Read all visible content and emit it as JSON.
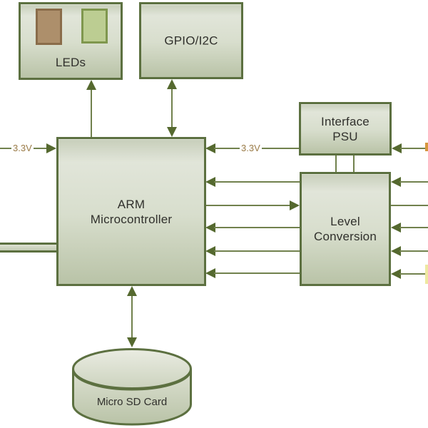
{
  "blocks": {
    "leds": {
      "label": "LEDs"
    },
    "gpio": {
      "label": "GPIO/I2C"
    },
    "psu": {
      "line1": "Interface",
      "line2": "PSU"
    },
    "arm": {
      "line1": "ARM",
      "line2": "Microcontroller"
    },
    "level": {
      "line1": "Level",
      "line2": "Conversion"
    },
    "sd": {
      "label": "Micro SD Card"
    }
  },
  "labels": {
    "v33_left": "3.3V",
    "v33_psu": "3.3V"
  },
  "colors": {
    "box_border": "#5c7040",
    "box_fill_top": "#e1e5d9",
    "box_fill_bottom": "#b9c3a7",
    "wire": "#71814d",
    "arrowhead": "#55692f",
    "text": "#30302c",
    "voltage_label": "#9a7b47",
    "led_orange_fill": "#ad8f6b",
    "led_orange_border": "#8a6c4a",
    "led_green_fill": "#bccd92",
    "led_green_border": "#7f974e"
  },
  "connections": [
    {
      "from": "arm",
      "to": "leds",
      "style": "arrow-into-leds"
    },
    {
      "from": "arm",
      "to": "gpio",
      "style": "bidirectional"
    },
    {
      "from": "arm",
      "to": "sd",
      "style": "bidirectional"
    },
    {
      "from": "left-edge",
      "to": "arm",
      "label": "3.3V",
      "style": "arrow-into-arm"
    },
    {
      "from": "psu",
      "to": "arm",
      "label": "3.3V",
      "style": "arrow-into-arm"
    },
    {
      "from": "right-edge",
      "to": "psu",
      "style": "arrow-into-psu"
    },
    {
      "from": "psu",
      "to": "level",
      "style": "two-plain-lines"
    },
    {
      "from": "level",
      "to": "arm",
      "style": "arrow-into-arm",
      "count": 4
    },
    {
      "from": "arm",
      "to": "level",
      "style": "arrow-into-level",
      "count": 1
    },
    {
      "from": "right-edge",
      "to": "level",
      "style": "arrow-into-level",
      "count": 4
    },
    {
      "from": "level",
      "to": "right-edge",
      "style": "plain-line",
      "count": 1
    },
    {
      "from": "left-edge",
      "to": "arm",
      "style": "thick-bus"
    }
  ]
}
